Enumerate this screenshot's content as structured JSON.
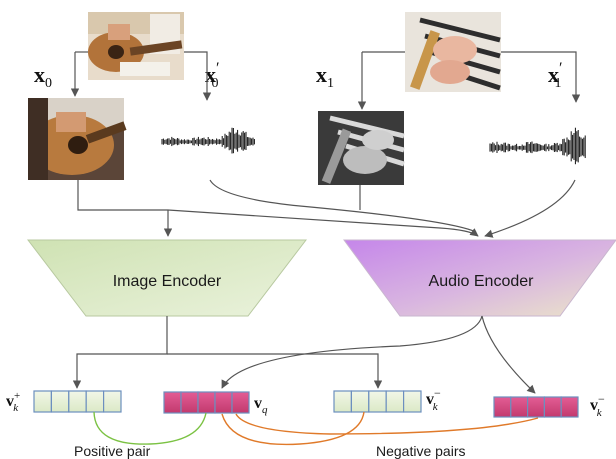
{
  "inputs": {
    "x0": {
      "base": "x",
      "sub": "0",
      "prime": ""
    },
    "x0p": {
      "base": "x",
      "sub": "0",
      "prime": "′"
    },
    "x1": {
      "base": "x",
      "sub": "1",
      "prime": ""
    },
    "x1p": {
      "base": "x",
      "sub": "1",
      "prime": "′"
    }
  },
  "encoders": {
    "image": "Image Encoder",
    "audio": "Audio Encoder"
  },
  "vectors": {
    "v_pos": {
      "base": "v",
      "sub": "k",
      "sup": "+"
    },
    "v_q": {
      "base": "v",
      "sub": "q",
      "sup": ""
    },
    "v_neg1": {
      "base": "v",
      "sub": "k",
      "sup": "−"
    },
    "v_neg2": {
      "base": "v",
      "sub": "k",
      "sup": "−"
    }
  },
  "captions": {
    "positive": "Positive pair",
    "negative": "Negative pairs"
  },
  "colors": {
    "image_encoder": "#d9e8c4",
    "audio_encoder_start": "#c98be8",
    "audio_encoder_end": "#e8e0c8",
    "vector_light": "#e4f0d2",
    "vector_border": "#6c8fbf",
    "vector_pink": "#d8477e",
    "positive_arc": "#7bc243",
    "negative_arc": "#e07a2a",
    "arrow": "#555555"
  }
}
